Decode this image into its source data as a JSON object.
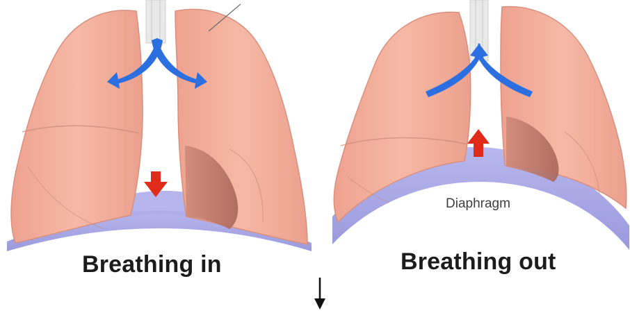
{
  "panels": {
    "inhale": {
      "caption": "Breathing in"
    },
    "exhale": {
      "caption": "Breathing out",
      "diaphragm_label": "Diaphragm"
    }
  },
  "colors": {
    "lung": "#f0aa94",
    "lung_shade": "#c98373",
    "diaphragm": "#a9a8e4",
    "air_arrow": "#2b6fe0",
    "motion_arrow": "#e02a1a",
    "trachea": "#e6e6e6"
  },
  "icons": {
    "air_in": "curved-arrows-outward-icon",
    "air_out": "curved-arrows-upward-icon",
    "diaphragm_down": "arrow-down-icon",
    "diaphragm_up": "arrow-up-icon",
    "between": "arrow-down-icon"
  }
}
